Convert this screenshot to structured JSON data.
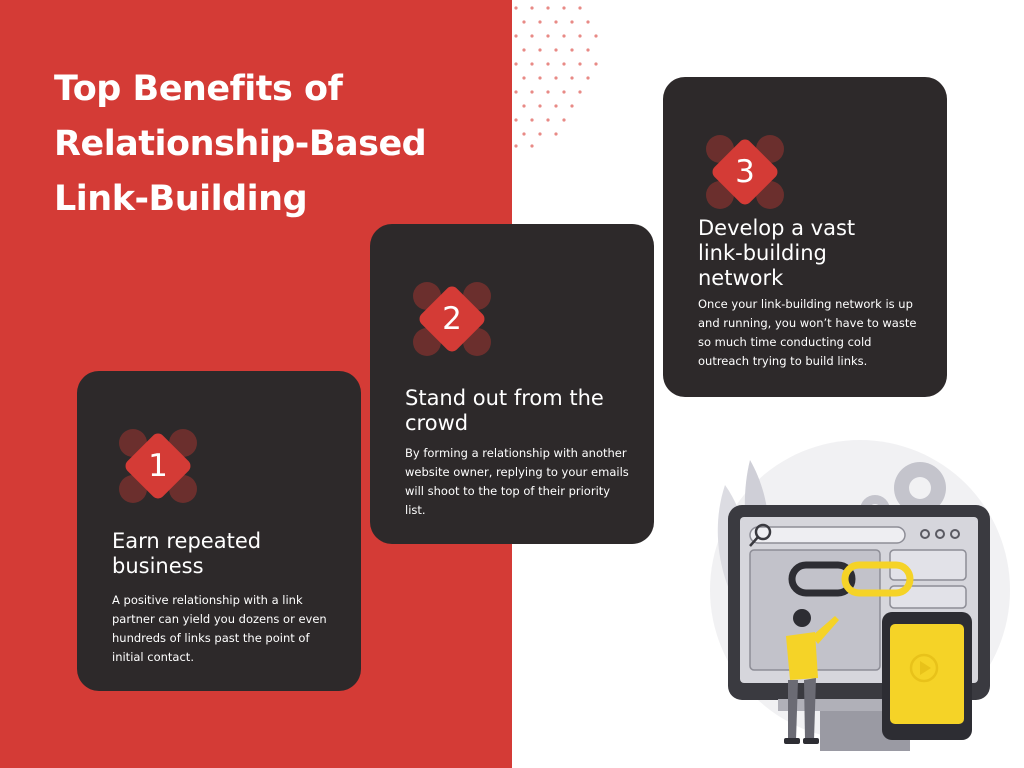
{
  "title": {
    "lines": [
      "Top Benefits of",
      "Relationship-Based",
      "Link-Building"
    ]
  },
  "benefits": [
    {
      "number": "1",
      "title_lines": [
        "Earn repeated",
        "business"
      ],
      "description": "A positive relationship with a link partner can yield you dozens or even hundreds of links past the point of initial contact."
    },
    {
      "number": "2",
      "title_lines": [
        "Stand out from the",
        "crowd"
      ],
      "description": "By forming a relationship with another website owner, replying to your emails will shoot to the top of their priority list."
    },
    {
      "number": "3",
      "title_lines": [
        "Develop a vast",
        "link-building",
        "network"
      ],
      "description": "Once your link-building network is up and running, you won’t have to waste so much time conducting cold outreach trying to build links."
    }
  ],
  "colors": {
    "brand_red": "#d43b36",
    "card_dark": "#2d292a",
    "accent_yellow": "#f5d327"
  },
  "illustration": {
    "icons": [
      "magnifier-icon",
      "chain-link-icon",
      "gear-icon",
      "play-icon",
      "person-figure"
    ]
  }
}
